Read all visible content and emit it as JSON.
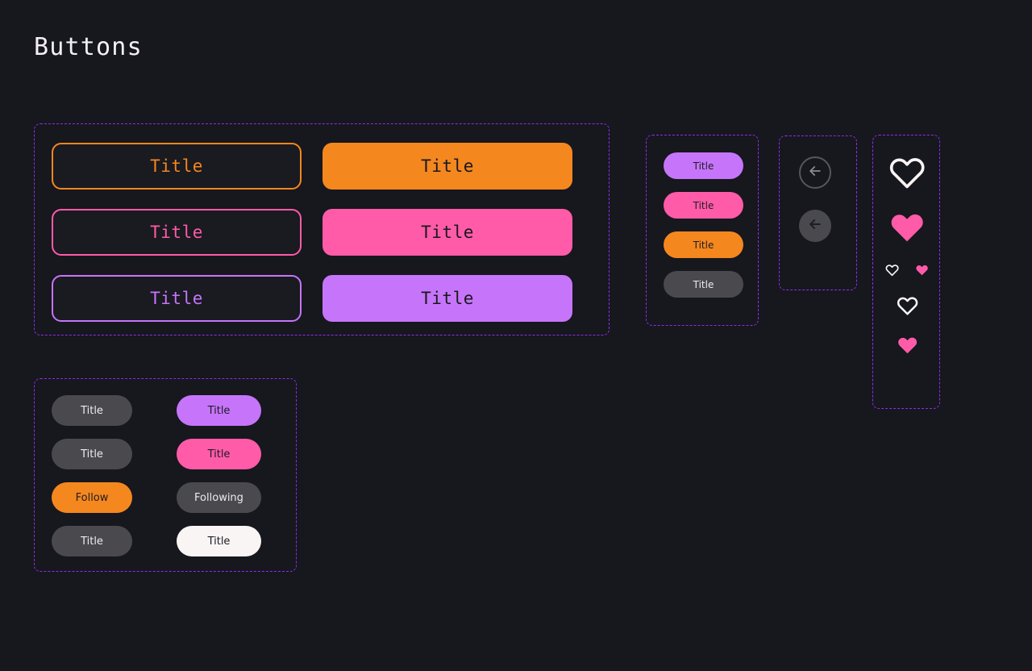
{
  "page": {
    "title": "Buttons",
    "background_color": "#17171E",
    "frame_border_color": "#8B2FE8"
  },
  "palette": {
    "orange": "#F5871F",
    "pink": "#FF5BA8",
    "purple": "#C675FA",
    "gray": "#4A4A4E",
    "white": "#FAF5F5",
    "dark_text": "#1D1D24",
    "light_text": "#ECEAF0"
  },
  "main_buttons": {
    "outlined": [
      {
        "label": "Title",
        "variant": "orange"
      },
      {
        "label": "Title",
        "variant": "pink"
      },
      {
        "label": "Title",
        "variant": "purple"
      }
    ],
    "filled": [
      {
        "label": "Title",
        "variant": "orange"
      },
      {
        "label": "Title",
        "variant": "pink"
      },
      {
        "label": "Title",
        "variant": "purple"
      }
    ]
  },
  "pill_buttons": [
    {
      "label": "Title",
      "variant": "gray"
    },
    {
      "label": "Title",
      "variant": "purple"
    },
    {
      "label": "Title",
      "variant": "gray"
    },
    {
      "label": "Title",
      "variant": "pink"
    },
    {
      "label": "Follow",
      "variant": "orange"
    },
    {
      "label": "Following",
      "variant": "gray"
    },
    {
      "label": "Title",
      "variant": "gray"
    },
    {
      "label": "Title",
      "variant": "white"
    }
  ],
  "small_pills": [
    {
      "label": "Title",
      "variant": "purple"
    },
    {
      "label": "Title",
      "variant": "pink"
    },
    {
      "label": "Title",
      "variant": "orange"
    },
    {
      "label": "Title",
      "variant": "gray"
    }
  ],
  "arrow_buttons": [
    {
      "icon": "arrow-left-icon",
      "style": "outlined"
    },
    {
      "icon": "arrow-left-icon",
      "style": "filled"
    }
  ],
  "heart_icons": [
    {
      "icon": "heart-outline-icon",
      "size": 46,
      "color": "#FAF5F5"
    },
    {
      "icon": "heart-filled-icon",
      "size": 46,
      "color": "#FF5BA8"
    },
    {
      "icon": "heart-outline-icon",
      "size": 17,
      "color": "#FAF5F5"
    },
    {
      "icon": "heart-filled-icon",
      "size": 17,
      "color": "#FF5BA8"
    },
    {
      "icon": "heart-outline-icon",
      "size": 27,
      "color": "#FAF5F5"
    },
    {
      "icon": "heart-filled-icon",
      "size": 27,
      "color": "#FF5BA8"
    }
  ]
}
